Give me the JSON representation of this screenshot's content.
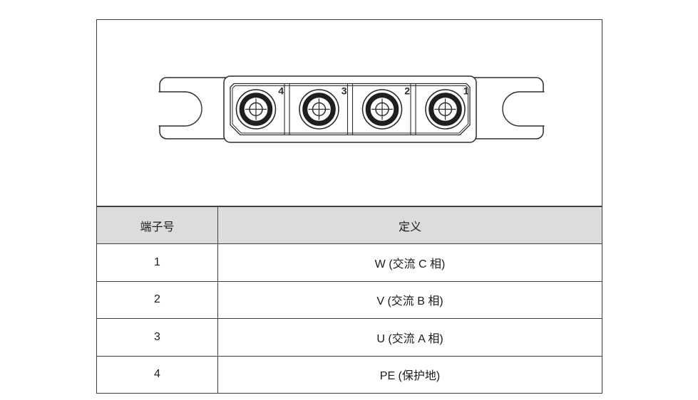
{
  "colors": {
    "bg": "#ffffff",
    "line": "#2b2b2b",
    "border": "#3f3f3f",
    "header_bg": "#dcdcdc",
    "text": "#1a1a1a"
  },
  "figure": {
    "description": "Engineering drawing of a 4-terminal AC connector block on a forked mounting bracket",
    "terminal_labels": [
      "4",
      "3",
      "2",
      "1"
    ]
  },
  "table": {
    "headers": {
      "terminal": "端子号",
      "definition": "定义"
    },
    "rows": [
      {
        "terminal": "1",
        "definition": "W (交流 C 相)"
      },
      {
        "terminal": "2",
        "definition": "V (交流 B 相)"
      },
      {
        "terminal": "3",
        "definition": "U (交流 A 相)"
      },
      {
        "terminal": "4",
        "definition": "PE (保护地)"
      }
    ]
  }
}
